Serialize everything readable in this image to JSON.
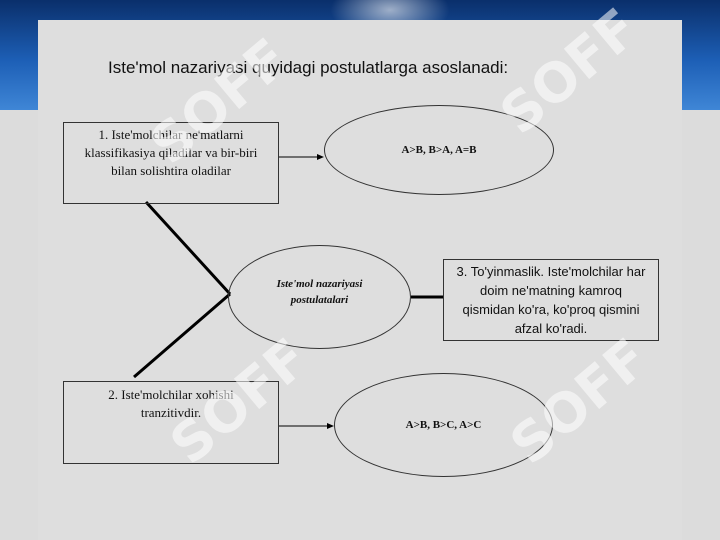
{
  "slide": {
    "title": "Iste'mol nazariyasi quyidagi postulatlarga asoslanadi:"
  },
  "diagram": {
    "box1_lines": [
      "1. Iste'molchilar ne'matlarni",
      "klassifikasiya qiladilar va bir-biri",
      "bilan solishtira oladilar"
    ],
    "box2_lines": [
      "2. Iste'molchilar xohishi",
      "tranzitivdir."
    ],
    "box3_lines": [
      "3. To'yinmaslik. Iste'molchilar har",
      "doim ne'matning kamroq",
      "qismidan ko'ra, ko'proq qismini",
      "afzal ko'radi."
    ],
    "ellipse1": "A>B, B>A, A=B",
    "center_lines": [
      "Iste'mol nazariyasi",
      "postulatalari"
    ],
    "ellipse3": "A>B, B>C, A>C"
  },
  "watermark": {
    "text": "SOFF",
    "color": "#ffffff"
  },
  "colors": {
    "header_band": "#1d5fb6",
    "slide_bg": "#dedede",
    "line": "#000000"
  }
}
